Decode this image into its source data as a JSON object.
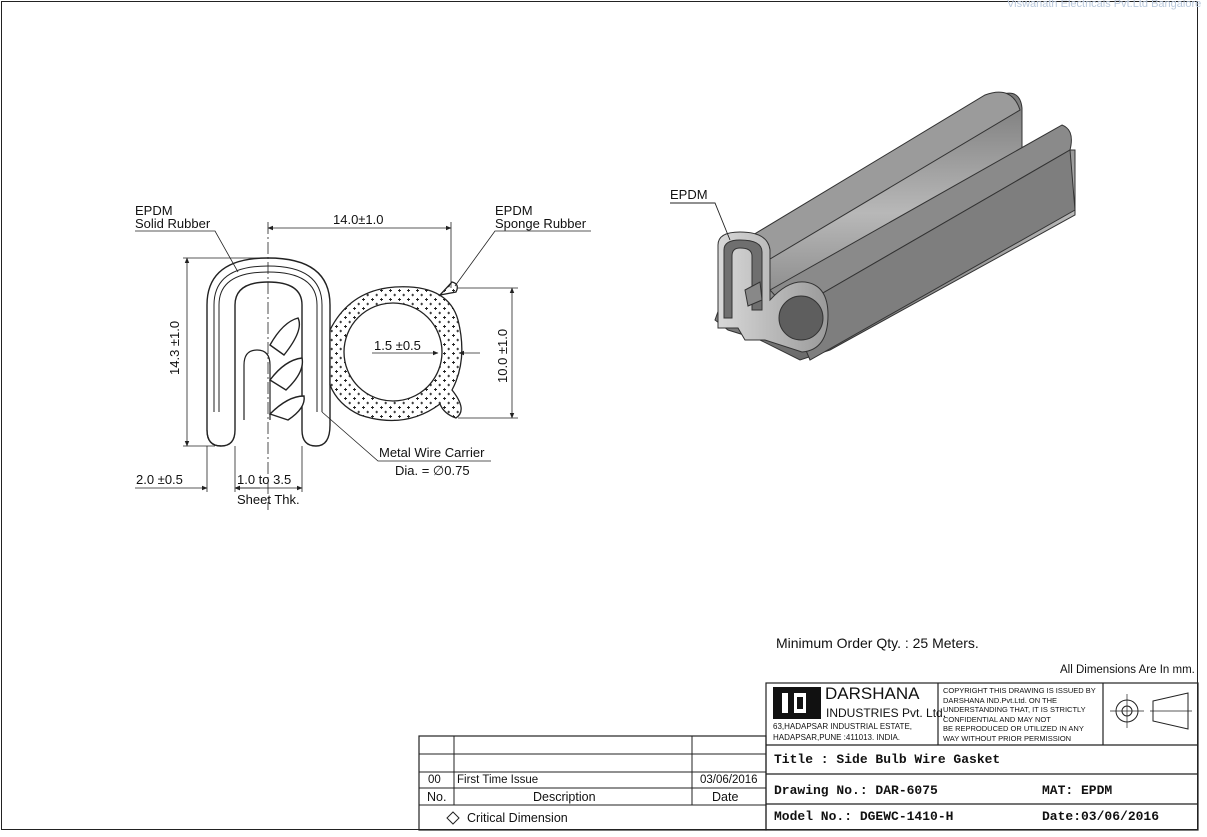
{
  "watermark": "Viswanath Electricals Pvt.Ltd Bangalore",
  "drawing": {
    "label_solid_1": "EPDM",
    "label_solid_2": "Solid Rubber",
    "label_sponge_1": "EPDM",
    "label_sponge_2": "Sponge Rubber",
    "dim_width": "14.0±1.0",
    "dim_height": "14.3 ±1.0",
    "dim_bulb_height": "10.0 ±1.0",
    "dim_wall": "1.5 ±0.5",
    "dim_lip": "2.0 ±0.5",
    "dim_sheet": "1.0 to 3.5",
    "sheet_thk": "Sheet Thk.",
    "wire_label": "Metal Wire Carrier",
    "wire_dia": "Dia. = ∅0.75",
    "iso_label": "EPDM"
  },
  "notes": {
    "min_order": "Minimum Order Qty. : 25 Meters.",
    "all_dims": "All Dimensions Are In mm."
  },
  "company": {
    "name": "DARSHANA",
    "sub": "INDUSTRIES Pvt. Ltd.",
    "addr1": "63,HADAPSAR INDUSTRIAL ESTATE,",
    "addr2": "HADAPSAR,PUNE :411013. INDIA.",
    "copyright": [
      "COPYRIGHT THIS DRAWING IS ISSUED BY",
      "DARSHANA IND.Pvt.Ltd. ON THE",
      "UNDERSTANDING THAT, IT IS STRICTLY",
      "CONFIDENTIAL AND MAY NOT",
      "BE REPRODUCED OR UTILIZED IN ANY",
      "WAY WITHOUT PRIOR PERMISSION"
    ]
  },
  "title_block": {
    "title": "Title : Side Bulb Wire Gasket",
    "drawing_no": "Drawing No.: DAR-6075",
    "mat": "MAT: EPDM",
    "model_no": "Model No.: DGEWC-1410-H",
    "date": "Date:03/06/2016"
  },
  "revision": {
    "row_no": "00",
    "row_desc": "First Time Issue",
    "row_date": "03/06/2016",
    "hdr_no": "No.",
    "hdr_desc": "Description",
    "hdr_date": "Date",
    "critical": "Critical Dimension"
  },
  "colors": {
    "rubber_face": "#b4b4b4",
    "rubber_dark": "#6e6e6e",
    "line": "#222222"
  }
}
